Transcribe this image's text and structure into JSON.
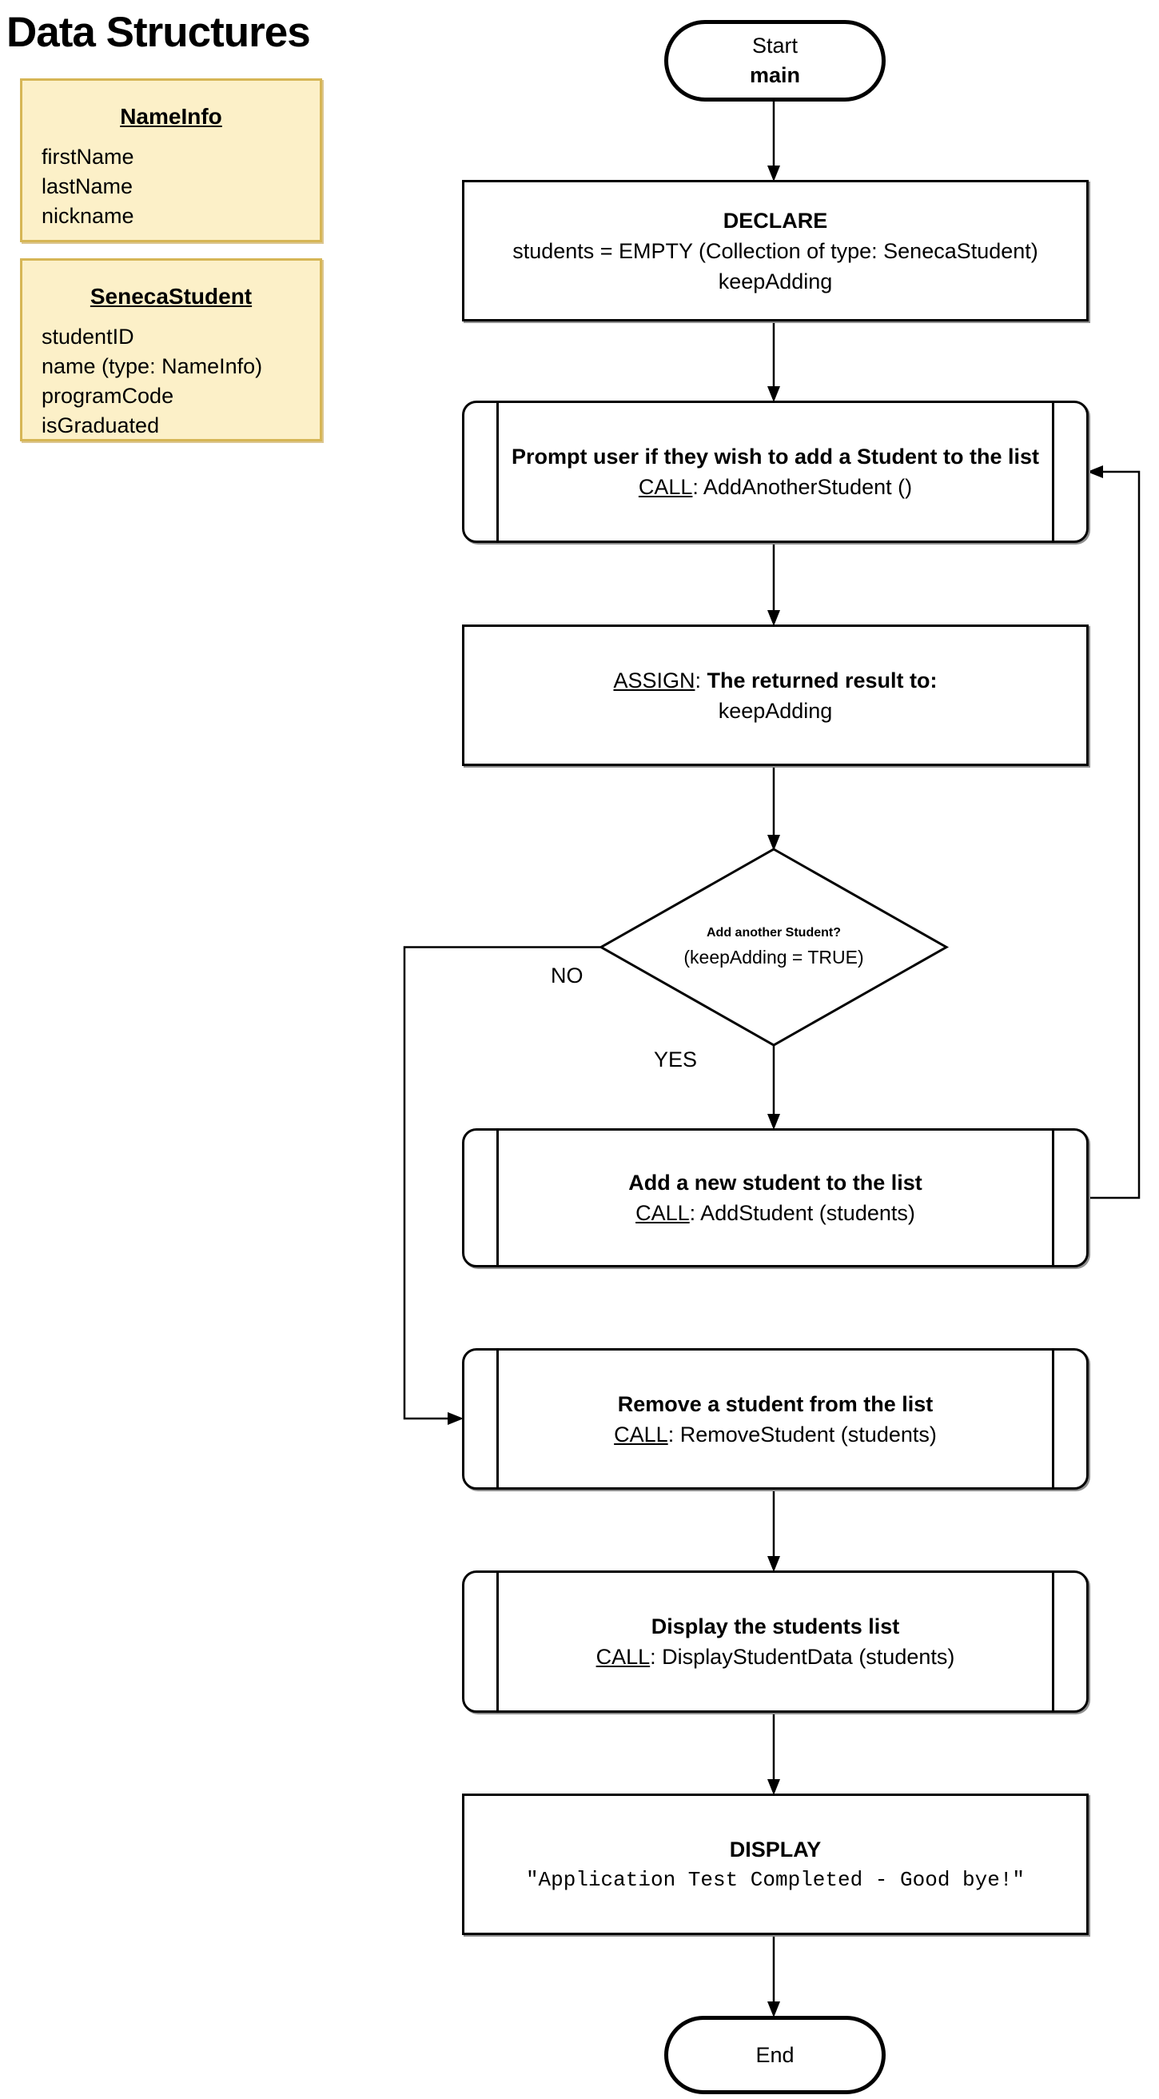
{
  "page": {
    "title": "Data Structures"
  },
  "colors": {
    "note_fill": "#fcf0c8",
    "note_border": "#d6b656",
    "shape_border": "#000000",
    "shape_shadow": "#8f8f8f"
  },
  "notes": [
    {
      "heading": "NameInfo",
      "fields": [
        "firstName",
        "lastName",
        "nickname"
      ]
    },
    {
      "heading": "SenecaStudent",
      "fields": [
        "studentID",
        "name (type: NameInfo)",
        "programCode",
        "isGraduated"
      ]
    }
  ],
  "flow": {
    "start": {
      "line1": "Start",
      "line2": "main"
    },
    "declare": {
      "title": "DECLARE",
      "line2": "students = EMPTY (Collection of type: SenecaStudent)",
      "line3": "keepAdding"
    },
    "prompt": {
      "bold": "Prompt user if they wish to add a Student to the list",
      "call": "CALL",
      "call_rest": ": AddAnotherStudent ()"
    },
    "assign": {
      "keyword": "ASSIGN",
      "colon": ": ",
      "bold": "The returned result to:",
      "line2": "keepAdding"
    },
    "decision": {
      "question": "Add another Student?",
      "condition": "(keepAdding = TRUE)",
      "no_label": "NO",
      "yes_label": "YES"
    },
    "add": {
      "bold": "Add a new student to the list",
      "call": "CALL",
      "call_rest": ": AddStudent (students)"
    },
    "remove": {
      "bold": "Remove a student from the list",
      "call": "CALL",
      "call_rest": ": RemoveStudent (students)"
    },
    "display_list": {
      "bold": "Display the students list",
      "call": "CALL",
      "call_rest": ": DisplayStudentData (students)"
    },
    "display_msg": {
      "title": "DISPLAY",
      "message": "\"Application Test Completed - Good bye!\""
    },
    "end": {
      "label": "End"
    }
  }
}
